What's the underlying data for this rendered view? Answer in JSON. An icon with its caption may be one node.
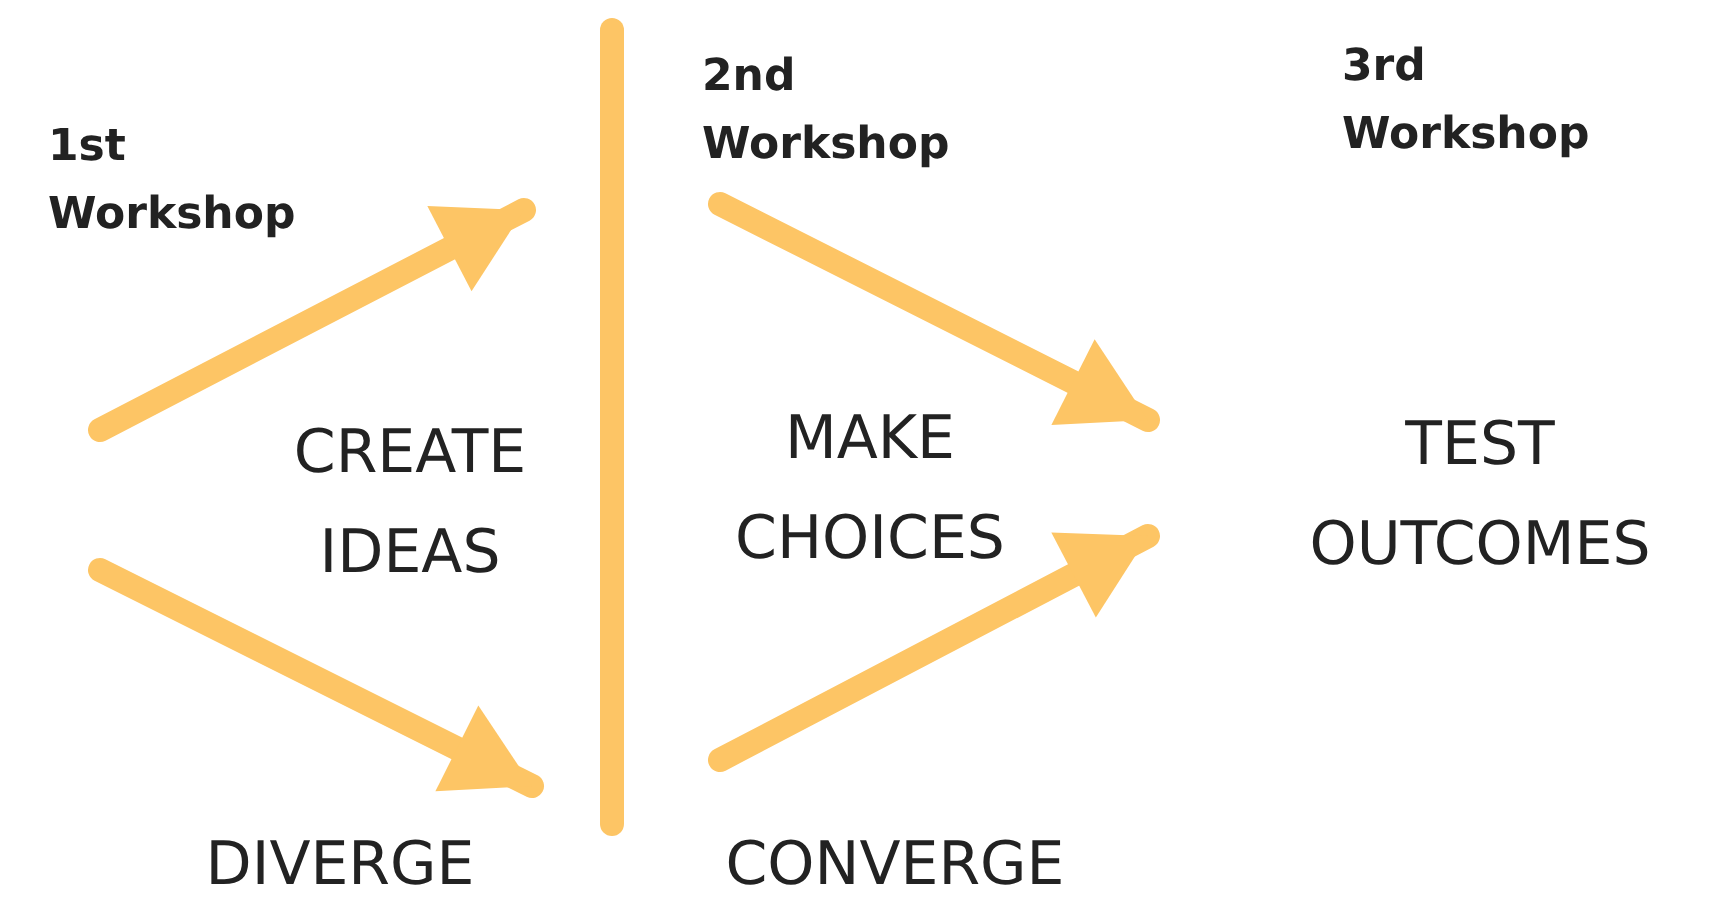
{
  "diagram": {
    "labels": [
      "1st Workshop",
      "2nd Workshop",
      "3rd Workshop",
      "CREATE IDEAS",
      "MAKE CHOICES",
      "TEST OUTCOMES",
      "DIVERGE",
      "CONVERGE"
    ]
  }
}
